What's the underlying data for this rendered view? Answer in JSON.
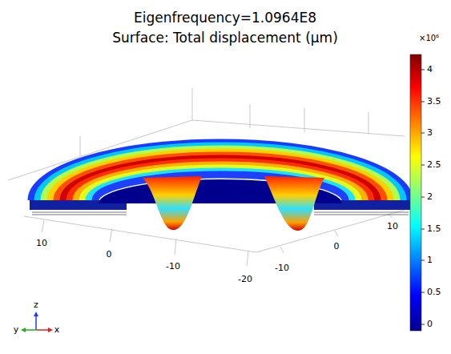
{
  "diagram": {
    "title": "Eigenfrequency=1.0964E8",
    "labels": [
      "Surface: Total displacement (μm)",
      "×10⁶",
      "4",
      "3.5",
      "3",
      "2.5",
      "2",
      "1.5",
      "1",
      "0.5",
      "0",
      "10",
      "0",
      "-10",
      "-20",
      "10",
      "0",
      "-10",
      "z",
      "y",
      "x"
    ]
  }
}
